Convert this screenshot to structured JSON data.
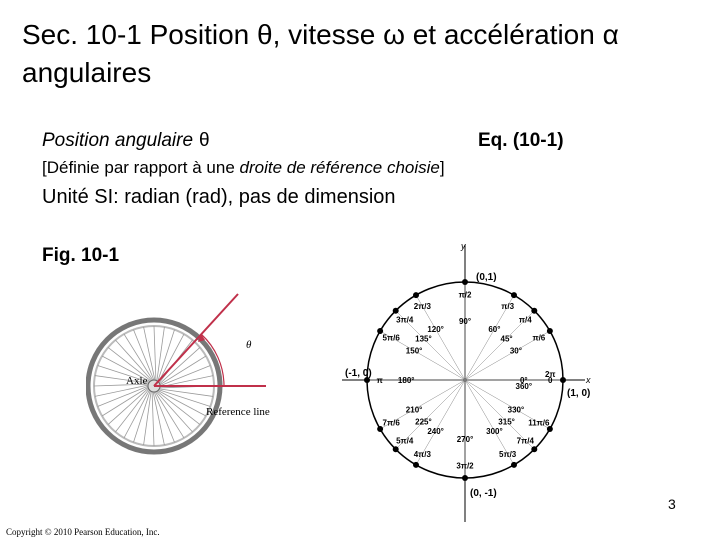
{
  "title": "Sec. 10-1 Position θ, vitesse ω et accélération α angulaires",
  "position": {
    "label": "Position angulaire",
    "symbol": "θ",
    "equation": "Eq. (10-1)"
  },
  "definition": {
    "prefix": "[Définie par rapport à une ",
    "italic": "droite de référence choisie",
    "suffix": "]"
  },
  "unit": "Unité SI:  radian (rad), pas de dimension",
  "figure": {
    "label": "Fig. 10-1",
    "wheel": {
      "axle_label": "Axle",
      "reference_label": "Reference line",
      "theta_label": "θ"
    },
    "unit_circle": {
      "axis_x": "x",
      "axis_y": "y",
      "point_right": "(1, 0)",
      "point_top": "(0,1)",
      "point_left": "(-1, 0)",
      "point_bottom": "(0, -1)",
      "angles": [
        {
          "deg": "0°",
          "rad": "0"
        },
        {
          "deg": "30°",
          "rad": "π/6"
        },
        {
          "deg": "45°",
          "rad": "π/4"
        },
        {
          "deg": "60°",
          "rad": "π/3"
        },
        {
          "deg": "90°",
          "rad": "π/2"
        },
        {
          "deg": "120°",
          "rad": "2π/3"
        },
        {
          "deg": "135°",
          "rad": "3π/4"
        },
        {
          "deg": "150°",
          "rad": "5π/6"
        },
        {
          "deg": "180°",
          "rad": "π"
        },
        {
          "deg": "210°",
          "rad": "7π/6"
        },
        {
          "deg": "225°",
          "rad": "5π/4"
        },
        {
          "deg": "240°",
          "rad": "4π/3"
        },
        {
          "deg": "270°",
          "rad": "3π/2"
        },
        {
          "deg": "300°",
          "rad": "5π/3"
        },
        {
          "deg": "315°",
          "rad": "7π/4"
        },
        {
          "deg": "330°",
          "rad": "11π/6"
        },
        {
          "deg": "360°",
          "rad": "2π"
        }
      ]
    }
  },
  "page_number": "3",
  "copyright": "Copyright © 2010 Pearson Education, Inc."
}
